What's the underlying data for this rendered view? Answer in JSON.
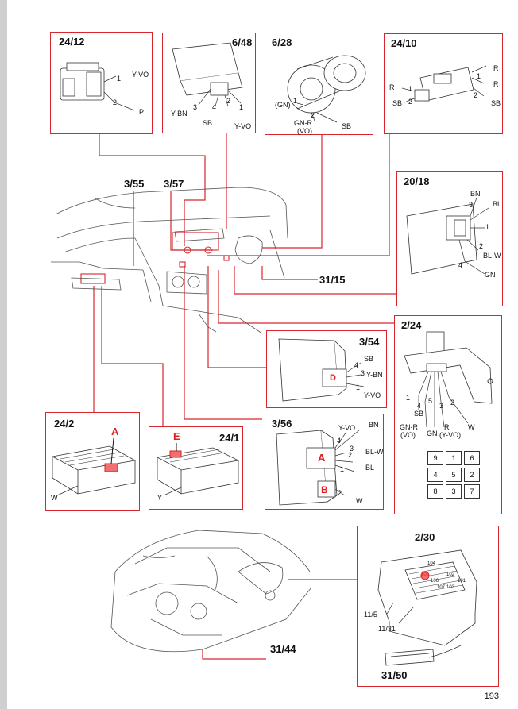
{
  "page_number": "193",
  "callouts": {
    "c355": "3/55",
    "c357": "3/57",
    "c3115": "31/15",
    "c3144": "31/44"
  },
  "boxes": {
    "b2412": {
      "id": "24/12",
      "labels": [
        "Y-VO",
        "1",
        "2",
        "P"
      ]
    },
    "b648": {
      "id": "6/48",
      "labels": [
        "3",
        "4",
        "2",
        "1",
        "Y-BN",
        "SB",
        "Y-VO"
      ]
    },
    "b628": {
      "id": "6/28",
      "labels": [
        "(GN)",
        "1",
        "2",
        "GN-R",
        "(VO)",
        "SB"
      ]
    },
    "b2410": {
      "id": "24/10",
      "labels": [
        "R",
        "1",
        "R",
        "R",
        "1",
        "2",
        "2",
        "SB",
        "SB"
      ]
    },
    "b2018": {
      "id": "20/18",
      "labels": [
        "BN",
        "BL",
        "3",
        "1",
        "2",
        "BL-W",
        "4",
        "GN"
      ]
    },
    "b354": {
      "id": "3/54",
      "conn": "D",
      "labels": [
        "SB",
        "4",
        "3",
        "Y-BN",
        "1",
        "Y-VO"
      ]
    },
    "b224": {
      "id": "2/24",
      "labels": [
        "1",
        "4",
        "5",
        "3",
        "2",
        "SB",
        "GN-R",
        "(VO)",
        "GN",
        "R",
        "(Y-VO)",
        "W"
      ],
      "keypad": [
        "9",
        "1",
        "6",
        "4",
        "5",
        "2",
        "8",
        "3",
        "7"
      ]
    },
    "b242": {
      "id": "24/2",
      "conn": "A",
      "labels": [
        "W"
      ]
    },
    "b241": {
      "id": "24/1",
      "conn": "E",
      "labels": [
        "Y"
      ]
    },
    "b356": {
      "id": "3/56",
      "connA": "A",
      "connB": "B",
      "labels": [
        "Y-VO",
        "BN",
        "4",
        "3",
        "2",
        "1",
        "BL-W",
        "BL",
        "2",
        "W"
      ]
    },
    "b230": {
      "id": "2/30",
      "labels": [
        "11/5",
        "11/31",
        "104",
        "105",
        "106",
        "107",
        "102",
        "103",
        "101"
      ]
    },
    "b3150": {
      "id": "31/50"
    }
  },
  "colors": {
    "frame": "#d7262e",
    "highlight": "#e02020"
  }
}
